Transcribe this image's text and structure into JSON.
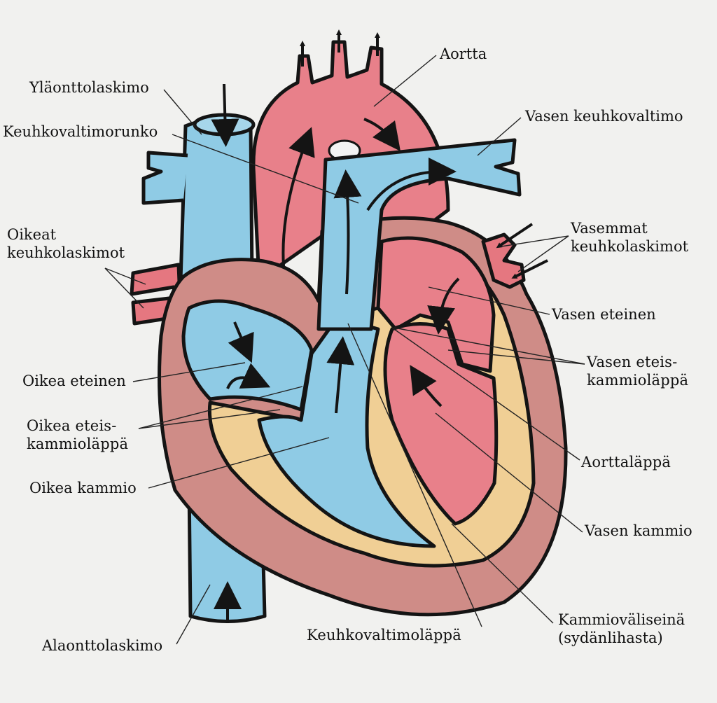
{
  "diagram": {
    "labels": {
      "ylaonttolaskimo": "Yläonttolaskimo",
      "keuhkovaltimorunko": "Keuhkovaltimorunko",
      "oikeat_keuhkolaskimot_1": "Oikeat",
      "oikeat_keuhkolaskimot_2": "keuhkolaskimot",
      "oikea_eteinen": "Oikea eteinen",
      "oikea_eteiskammiolappa_1": "Oikea eteis-",
      "oikea_eteiskammiolappa_2": "kammioläppä",
      "oikea_kammio": "Oikea kammio",
      "alaonttolaskimo": "Alaonttolaskimo",
      "aortta": "Aortta",
      "vasen_keuhkovaltimo": "Vasen keuhkovaltimo",
      "vasemmat_keuhkolaskimot_1": "Vasemmat",
      "vasemmat_keuhkolaskimot_2": "keuhkolaskimot",
      "vasen_eteinen": "Vasen eteinen",
      "vasen_eteiskammiolappa_1": "Vasen eteis-",
      "vasen_eteiskammiolappa_2": "kammioläppä",
      "aorttalappa": "Aorttaläppä",
      "vasen_kammio": "Vasen kammio",
      "kammiovaliseina_1": "Kammioväliseinä",
      "kammiovaliseina_2": "(sydänlihasta)",
      "keuhkovaltimolappa": "Keuhkovaltimoläppä"
    },
    "colors": {
      "background": "#f1f1ef",
      "oxygenated": "#e5737f",
      "deoxygenated": "#7fc7e6",
      "muscle": "#c98a86",
      "inner_wall": "#f2cf92",
      "outline": "#141414"
    }
  }
}
